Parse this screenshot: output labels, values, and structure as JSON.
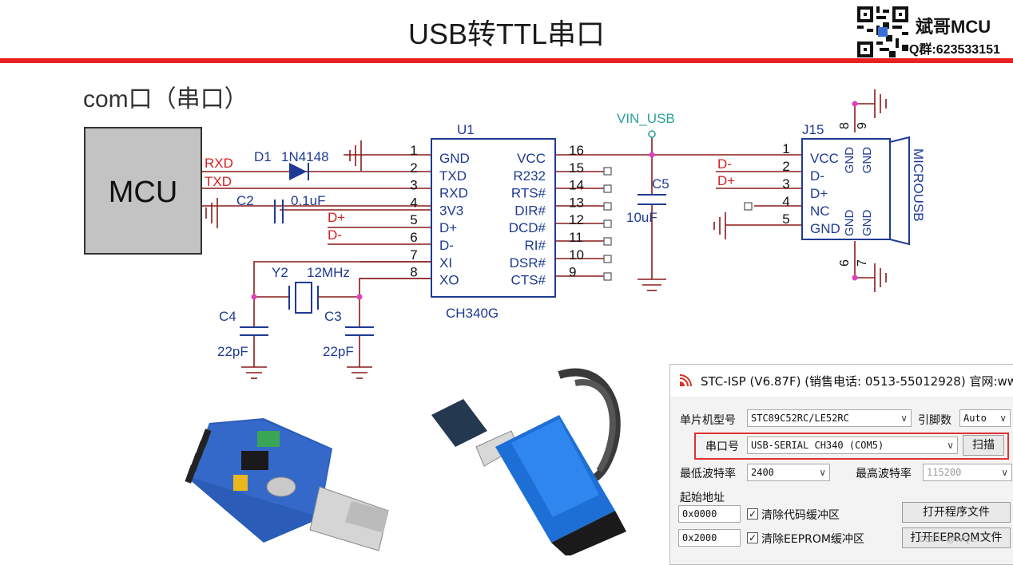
{
  "header": {
    "title": "USB转TTL串口",
    "brand": "斌哥MCU",
    "qq_group": "Q群:623533151"
  },
  "subtitle": "com口（串口）",
  "colors": {
    "accent_red": "#e8201f",
    "wire": "#8b1a1a",
    "label_blue": "#1f3a93",
    "net_red": "#d62020",
    "junction": "#e040c0",
    "vin_teal": "#2aa198"
  },
  "schematic": {
    "mcu": {
      "label": "MCU",
      "pins": [
        "RXD",
        "TXD"
      ]
    },
    "diode": {
      "ref": "D1",
      "value": "1N4148"
    },
    "c2": {
      "ref": "C2",
      "value": "0.1uF"
    },
    "y2": {
      "ref": "Y2",
      "value": "12MHz"
    },
    "c4": {
      "ref": "C4",
      "value": "22pF"
    },
    "c3": {
      "ref": "C3",
      "value": "22pF"
    },
    "c5": {
      "ref": "C5",
      "value": "10uF"
    },
    "vin": "VIN_USB",
    "ic": {
      "ref": "U1",
      "part": "CH340G",
      "left_pins": [
        {
          "num": "1",
          "name": "GND"
        },
        {
          "num": "2",
          "name": "TXD"
        },
        {
          "num": "3",
          "name": "RXD"
        },
        {
          "num": "4",
          "name": "3V3"
        },
        {
          "num": "5",
          "name": "D+"
        },
        {
          "num": "6",
          "name": "D-"
        },
        {
          "num": "7",
          "name": "XI"
        },
        {
          "num": "8",
          "name": "XO"
        }
      ],
      "right_pins": [
        {
          "num": "16",
          "name": "VCC"
        },
        {
          "num": "15",
          "name": "R232"
        },
        {
          "num": "14",
          "name": "RTS#"
        },
        {
          "num": "13",
          "name": "DIR#"
        },
        {
          "num": "12",
          "name": "DCD#"
        },
        {
          "num": "11",
          "name": "RI#"
        },
        {
          "num": "10",
          "name": "DSR#"
        },
        {
          "num": "9",
          "name": "CTS#"
        }
      ]
    },
    "net_labels": {
      "dplus": "D+",
      "dminus": "D-"
    },
    "connector": {
      "ref": "J15",
      "side_label": "MICROUSB",
      "pins": [
        {
          "num": "1",
          "name": "VCC"
        },
        {
          "num": "2",
          "name": "D-"
        },
        {
          "num": "3",
          "name": "D+"
        },
        {
          "num": "4",
          "name": "NC"
        },
        {
          "num": "5",
          "name": "GND"
        }
      ],
      "shield_labels": [
        "GND",
        "GND",
        "GND",
        "GND"
      ],
      "shield_pins": [
        "8",
        "9",
        "6",
        "7"
      ]
    }
  },
  "isp": {
    "title": "STC-ISP (V6.87F) (销售电话: 0513-55012928) 官网:ww",
    "mcu_type_label": "单片机型号",
    "mcu_type_value": "STC89C52RC/LE52RC",
    "pin_count_label": "引脚数",
    "pin_count_value": "Auto",
    "port_label": "串口号",
    "port_value": "USB-SERIAL CH340 (COM5)",
    "scan_button": "扫描",
    "min_baud_label": "最低波特率",
    "min_baud_value": "2400",
    "max_baud_label": "最高波特率",
    "max_baud_value": "115200",
    "start_addr_label": "起始地址",
    "addr1": "0x0000",
    "clear_code_label": "清除代码缓冲区",
    "open_program_button": "打开程序文件",
    "addr2": "0x2000",
    "clear_eeprom_label": "清除EEPROM缓冲区",
    "open_eeprom_button": "打开EEPROM文件"
  },
  "watermark": "CSDN @WQL..."
}
